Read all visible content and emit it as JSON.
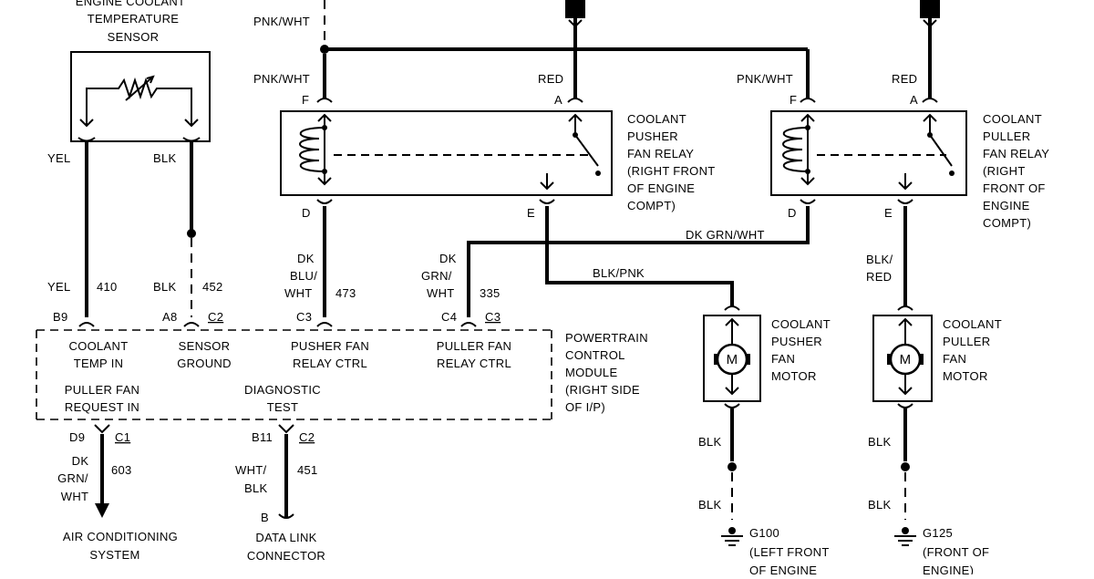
{
  "components": {
    "ect_sensor": [
      "ENGINE COOLANT",
      "TEMPERATURE",
      "SENSOR"
    ],
    "pusher_relay": [
      "COOLANT",
      "PUSHER",
      "FAN RELAY",
      "(RIGHT FRONT",
      "OF ENGINE",
      "COMPT)"
    ],
    "puller_relay": [
      "COOLANT",
      "PULLER",
      "FAN RELAY",
      "(RIGHT",
      "FRONT OF",
      "ENGINE",
      "COMPT)"
    ],
    "pusher_motor": [
      "COOLANT",
      "PUSHER",
      "FAN",
      "MOTOR"
    ],
    "puller_motor": [
      "COOLANT",
      "PULLER",
      "FAN",
      "MOTOR"
    ],
    "motor_symbol": "M",
    "pcm": [
      "POWERTRAIN",
      "CONTROL",
      "MODULE",
      "(RIGHT SIDE",
      "OF I/P)"
    ],
    "ac_system": [
      "AIR CONDITIONING",
      "SYSTEM"
    ],
    "dlc": [
      "DATA LINK",
      "CONNECTOR"
    ],
    "g100": [
      "G100",
      "(LEFT FRONT",
      "OF ENGINE"
    ],
    "g125": [
      "G125",
      "(FRONT OF",
      "ENGINE)"
    ]
  },
  "pcm_functions": {
    "coolant_temp_in": [
      "COOLANT",
      "TEMP IN"
    ],
    "sensor_ground": [
      "SENSOR",
      "GROUND"
    ],
    "pusher_fan_relay_ctrl": [
      "PUSHER FAN",
      "RELAY CTRL"
    ],
    "puller_fan_relay_ctrl": [
      "PULLER FAN",
      "RELAY CTRL"
    ],
    "puller_fan_request_in": [
      "PULLER FAN",
      "REQUEST IN"
    ],
    "diagnostic_test": [
      "DIAGNOSTIC",
      "TEST"
    ]
  },
  "pins": {
    "b9": "B9",
    "a8": "A8",
    "c2": "C2",
    "c3a": "C3",
    "c4": "C4",
    "c3b": "C3",
    "d9": "D9",
    "c1": "C1",
    "b11": "B11",
    "c2b": "C2",
    "b": "B",
    "pusher_f": "F",
    "pusher_a": "A",
    "pusher_d": "D",
    "pusher_e": "E",
    "puller_f": "F",
    "puller_a": "A",
    "puller_d": "D",
    "puller_e": "E"
  },
  "wire_colors": {
    "pnk_wht_top": "PNK/WHT",
    "pnk_wht_pusher": "PNK/WHT",
    "red_pusher": "RED",
    "pnk_wht_puller": "PNK/WHT",
    "red_puller": "RED",
    "yel_top": "YEL",
    "blk_top": "BLK",
    "yel_pcm": "YEL",
    "blk_pcm": "BLK",
    "dk_blu_wht": [
      "DK",
      "BLU/",
      "WHT"
    ],
    "dk_grn_wht_c4": [
      "DK",
      "GRN/",
      "WHT"
    ],
    "dk_grn_wht_horiz": "DK GRN/WHT",
    "blk_pnk": "BLK/PNK",
    "blk_red": [
      "BLK/",
      "RED"
    ],
    "dk_grn_wht_ac": [
      "DK",
      "GRN/",
      "WHT"
    ],
    "wht_blk": [
      "WHT/",
      "BLK"
    ],
    "blk_m1a": "BLK",
    "blk_m1b": "BLK",
    "blk_m2a": "BLK",
    "blk_m2b": "BLK"
  },
  "circuits": {
    "c410": "410",
    "c452": "452",
    "c473": "473",
    "c335": "335",
    "c603": "603",
    "c451": "451"
  }
}
